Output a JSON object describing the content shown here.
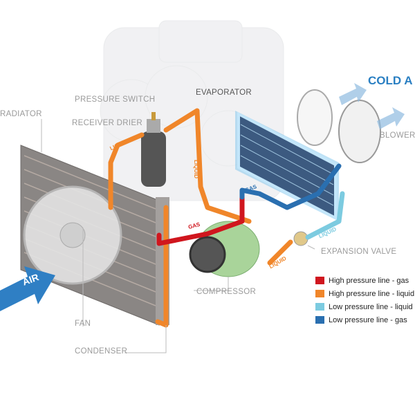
{
  "labels": {
    "cold_air": "COLD A",
    "blower": "BLOWER",
    "evaporator": "EVAPORATOR",
    "pressure_switch": "PRESSURE SWITCH",
    "receiver_drier": "RECEIVER DRIER",
    "radiator": "RADIATOR",
    "expansion_valve": "EXPANSION VALVE",
    "compressor": "COMPRESSOR",
    "fan": "FAN",
    "condenser": "CONDENSER",
    "air": "AIR"
  },
  "flow_tags": {
    "liquid_1": "LIQUID",
    "liquid_2": "LIQUID",
    "liquid_3": "LIQUID",
    "liquid_4": "LIQUID",
    "gas_1": "GAS",
    "gas_2": "GAS"
  },
  "legend": [
    {
      "label": "High pressure line - gas",
      "color": "#d0161e"
    },
    {
      "label": "High pressure line - liquid",
      "color": "#f0862a"
    },
    {
      "label": "Low pressure line - liquid",
      "color": "#7ccbe0"
    },
    {
      "label": "Low pressure line -  gas",
      "color": "#2a6fb0"
    }
  ]
}
